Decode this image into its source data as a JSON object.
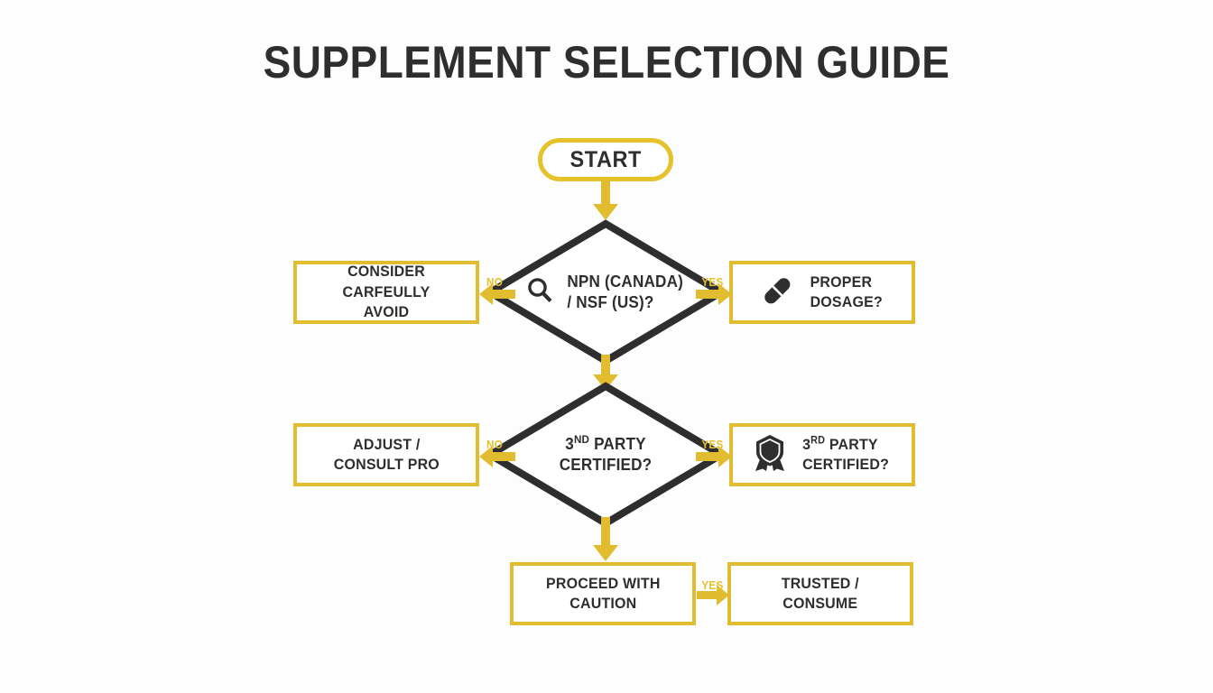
{
  "title": "SUPPLEMENT SELECTION GUIDE",
  "colors": {
    "accent": "#e0bc2e",
    "accent_light": "#e5c22c",
    "ink": "#2e2e2e",
    "background": "#fdfdfd",
    "node_fill": "#ffffff"
  },
  "chart_data": {
    "type": "diagram",
    "diagram_type": "flowchart",
    "title": "SUPPLEMENT SELECTION GUIDE",
    "nodes": [
      {
        "id": "start",
        "label": "START",
        "shape": "pill",
        "icon": null
      },
      {
        "id": "decision1",
        "label": "NPN (CANADA) / NSF (US)?",
        "shape": "diamond",
        "icon": "magnifier-icon"
      },
      {
        "id": "no1",
        "label": "CONSIDER CARFEULLY AVOID",
        "shape": "box",
        "icon": null
      },
      {
        "id": "yes1",
        "label": "PROPER DOSAGE?",
        "shape": "box",
        "icon": "pill-capsule-icon"
      },
      {
        "id": "decision2",
        "label": "3RD PARTY CERTIFIED?",
        "shape": "diamond",
        "icon": null
      },
      {
        "id": "no2",
        "label": "ADJUST / CONSULT PRO",
        "shape": "box",
        "icon": null
      },
      {
        "id": "yes2",
        "label": "3RD PARTY CERTIFIED?",
        "shape": "box",
        "icon": "certified-badge-icon"
      },
      {
        "id": "caution",
        "label": "PROCEED WITH CAUTION",
        "shape": "box",
        "icon": null
      },
      {
        "id": "trusted",
        "label": "TRUSTED / CONSUME",
        "shape": "box",
        "icon": null
      }
    ],
    "edges": [
      {
        "from": "start",
        "to": "decision1",
        "label": "",
        "direction": "down"
      },
      {
        "from": "decision1",
        "to": "no1",
        "label": "NO",
        "direction": "left"
      },
      {
        "from": "decision1",
        "to": "yes1",
        "label": "YES",
        "direction": "right"
      },
      {
        "from": "decision1",
        "to": "decision2",
        "label": "",
        "direction": "down"
      },
      {
        "from": "decision2",
        "to": "no2",
        "label": "NO",
        "direction": "left"
      },
      {
        "from": "decision2",
        "to": "yes2",
        "label": "YES",
        "direction": "right"
      },
      {
        "from": "decision2",
        "to": "caution",
        "label": "",
        "direction": "down"
      },
      {
        "from": "caution",
        "to": "trusted",
        "label": "YES",
        "direction": "right"
      }
    ]
  },
  "nodes": {
    "start": {
      "label": "START"
    },
    "decision1": {
      "line1": "NPN (CANADA)",
      "line2": "/ NSF (US)?"
    },
    "no1": {
      "line1": "CONSIDER CARFEULLY",
      "line2": "AVOID"
    },
    "yes1": {
      "line1": "PROPER",
      "line2": "DOSAGE?"
    },
    "decision2": {
      "line1_num": "3",
      "line1_sup": "ND",
      "line1_rest": " PARTY",
      "line2": "CERTIFIED?"
    },
    "no2": {
      "line1": "ADJUST /",
      "line2": "CONSULT PRO"
    },
    "yes2": {
      "line1_num": "3",
      "line1_sup": "RD",
      "line1_rest": " PARTY",
      "line2": "CERTIFIED?"
    },
    "caution": {
      "line1": "PROCEED WITH",
      "line2": "CAUTION"
    },
    "trusted": {
      "line1": "TRUSTED /",
      "line2": "CONSUME"
    }
  },
  "edge_labels": {
    "no_1": "NO",
    "yes_1": "YES",
    "no_2": "NO",
    "yes_2": "YES",
    "yes_3": "YES"
  },
  "icons": {
    "magnifier": "magnifier-icon",
    "capsule": "pill-capsule-icon",
    "badge": "certified-badge-icon"
  }
}
